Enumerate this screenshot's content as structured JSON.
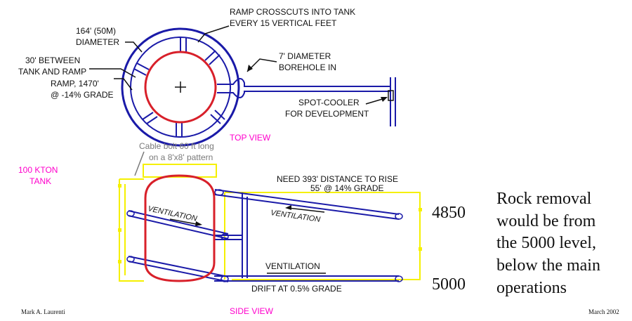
{
  "top_view": {
    "crosscuts_label": [
      "RAMP CROSSCUTS INTO TANK",
      "EVERY 15 VERTICAL FEET"
    ],
    "diameter_label": [
      "164' (50M)",
      "DIAMETER"
    ],
    "between_label": [
      "30' BETWEEN",
      "TANK AND RAMP"
    ],
    "ramp_label": [
      "RAMP, 1470'",
      "@ -14% GRADE"
    ],
    "borehole_label": [
      "7' DIAMETER",
      "BOREHOLE IN"
    ],
    "spotcooler_label": [
      "SPOT-COOLER",
      "FOR DEVELOPMENT"
    ],
    "view_title": "TOP VIEW"
  },
  "side_view": {
    "cable_bolt_label": [
      "Cable bolt 60 ft long",
      "on a 8'x8' pattern"
    ],
    "tank_label": [
      "100 KTON",
      "TANK"
    ],
    "rise_label": [
      "NEED 393' DISTANCE TO RISE",
      "55' @ 14% GRADE"
    ],
    "ventilation_1": "VENTILATION",
    "ventilation_2": "VENTILATION",
    "ventilation_3": "VENTILATION",
    "drift_label": "DRIFT AT 0.5% GRADE",
    "level_4850": "4850",
    "level_5000": "5000",
    "view_title": "SIDE VIEW"
  },
  "note": [
    "Rock removal",
    "would be from",
    "the 5000 level,",
    "below the main",
    "operations"
  ],
  "footer": {
    "author": "Mark A. Laurenti",
    "date": "March 2002"
  },
  "colors": {
    "ramp": "#1a1aa8",
    "tank": "#d8202a",
    "outline": "#f5f000",
    "view_title": "#ff00cc",
    "cable_note": "#7a7a7a"
  }
}
